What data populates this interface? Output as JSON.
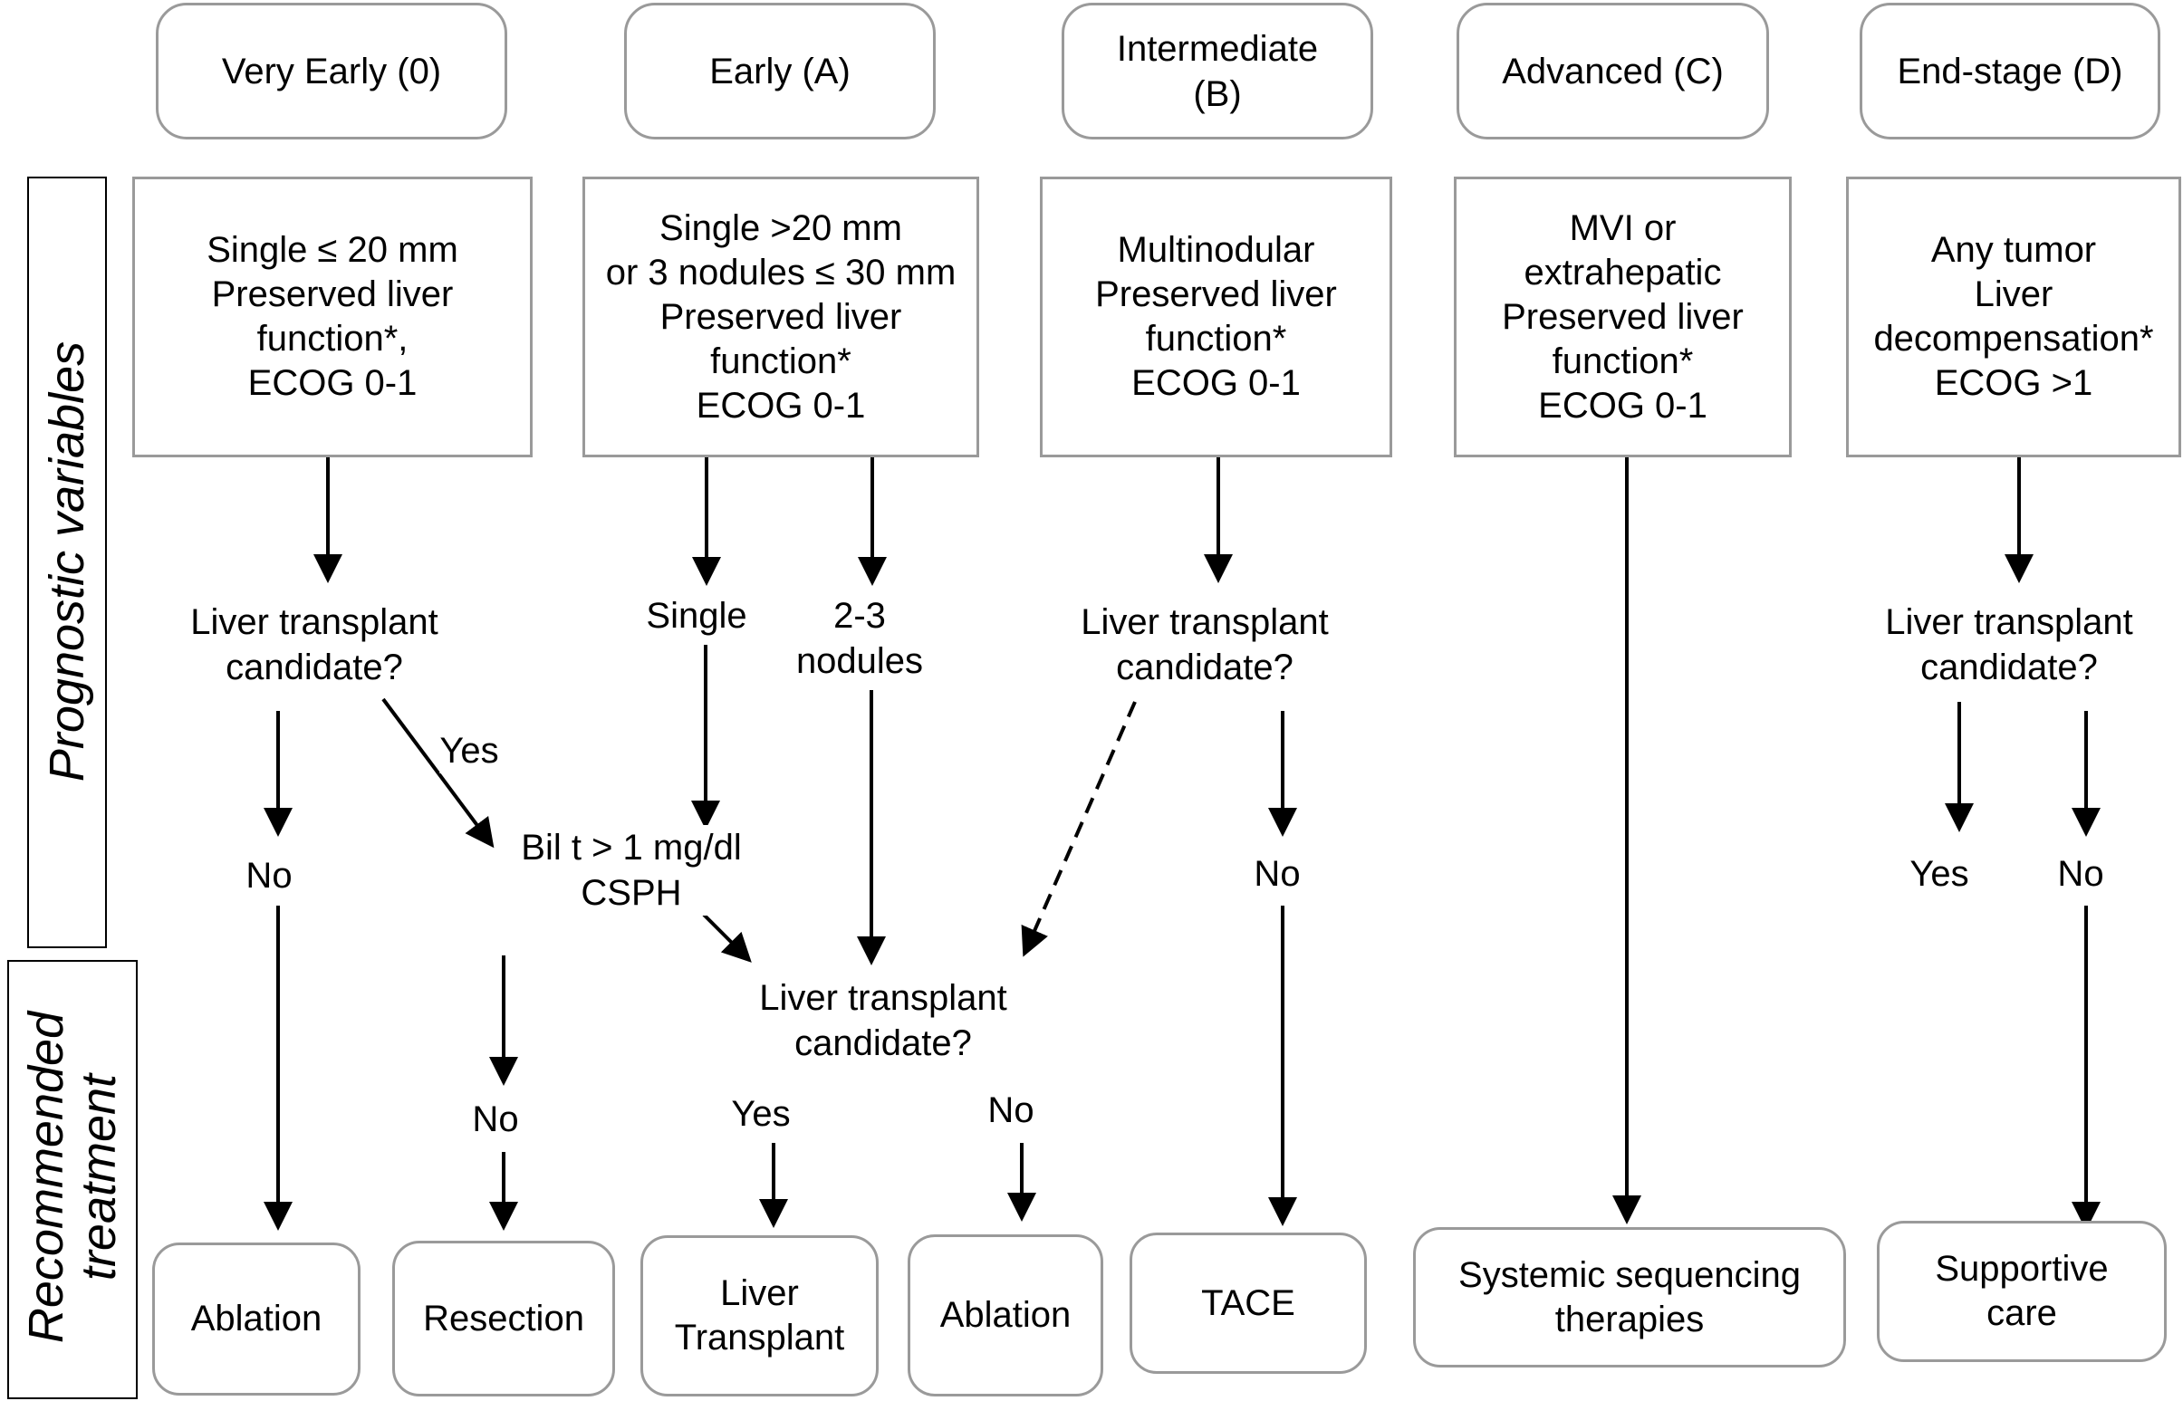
{
  "stages": [
    {
      "id": "very-early",
      "lines": [
        "Very Early (0)"
      ]
    },
    {
      "id": "early",
      "lines": [
        "Early (A)"
      ]
    },
    {
      "id": "intermediate",
      "lines": [
        "Intermediate",
        "(B)"
      ]
    },
    {
      "id": "advanced",
      "lines": [
        "Advanced (C)"
      ]
    },
    {
      "id": "end-stage",
      "lines": [
        "End-stage (D)"
      ]
    }
  ],
  "side_labels": {
    "prognostic": "Prognostic variables",
    "recommended_line1": "Recommended",
    "recommended_line2": "treatment"
  },
  "variables": [
    {
      "id": "very-early",
      "lines": [
        "Single ≤ 20 mm",
        "Preserved liver",
        "function*,",
        "ECOG 0-1"
      ]
    },
    {
      "id": "early",
      "lines": [
        "Single >20 mm",
        "or 3 nodules ≤ 30 mm",
        "Preserved liver",
        "function*",
        "ECOG 0-1"
      ]
    },
    {
      "id": "intermediate",
      "lines": [
        "Multinodular",
        "Preserved liver",
        "function*",
        "ECOG 0-1"
      ]
    },
    {
      "id": "advanced",
      "lines": [
        "MVI or",
        "extrahepatic",
        "Preserved liver",
        "function*",
        "ECOG 0-1"
      ]
    },
    {
      "id": "end-stage",
      "lines": [
        "Any tumor",
        "Liver",
        "decompensation*",
        "ECOG >1"
      ]
    }
  ],
  "labels": {
    "lt_candidate_1": [
      "Liver transplant",
      "candidate?"
    ],
    "yes_1": "Yes",
    "no_1": "No",
    "single": "Single",
    "two_three_nodules": [
      "2-3",
      "nodules"
    ],
    "bil_csph": [
      "Bil t > 1 mg/dl",
      "CSPH"
    ],
    "no_2": "No",
    "lt_candidate_mid": [
      "Liver transplant",
      "candidate?"
    ],
    "yes_mid": "Yes",
    "no_mid": "No",
    "lt_candidate_3": [
      "Liver transplant",
      "candidate?"
    ],
    "no_3": "No",
    "lt_candidate_5": [
      "Liver transplant",
      "candidate?"
    ],
    "yes_5": "Yes",
    "no_5": "No"
  },
  "treatments": [
    {
      "id": "ablation-1",
      "lines": [
        "Ablation"
      ]
    },
    {
      "id": "resection",
      "lines": [
        "Resection"
      ]
    },
    {
      "id": "liver-transplant",
      "lines": [
        "Liver",
        "Transplant"
      ]
    },
    {
      "id": "ablation-2",
      "lines": [
        "Ablation"
      ]
    },
    {
      "id": "tace",
      "lines": [
        "TACE"
      ]
    },
    {
      "id": "systemic",
      "lines": [
        "Systemic sequencing",
        "therapies"
      ]
    },
    {
      "id": "supportive",
      "lines": [
        "Supportive",
        "care"
      ]
    }
  ],
  "colors": {
    "box_border": "#9a9a9a",
    "side_border": "#000000",
    "arrow": "#000000",
    "text": "#000000"
  }
}
